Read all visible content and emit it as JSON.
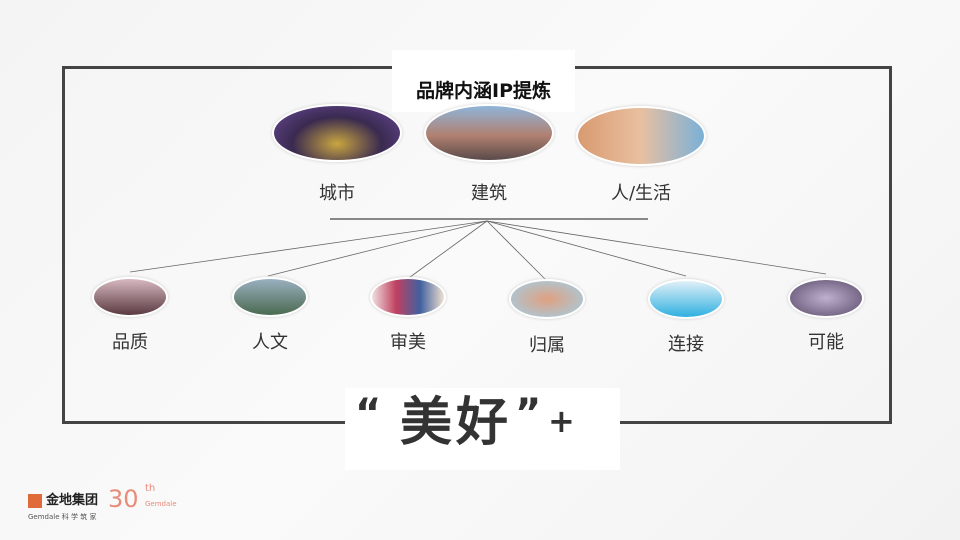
{
  "title": "品牌内涵IP提炼",
  "top_items": [
    {
      "label": "城市"
    },
    {
      "label": "建筑"
    },
    {
      "label": "人/生活"
    }
  ],
  "bottom_items": [
    {
      "label": "品质"
    },
    {
      "label": "人文"
    },
    {
      "label": "审美"
    },
    {
      "label": "归属"
    },
    {
      "label": "连接"
    },
    {
      "label": "可能"
    }
  ],
  "slogan": {
    "open_quote": "“",
    "char1": "美",
    "char2": "好",
    "close_quote": "”",
    "plus": "+"
  },
  "logo": {
    "name": "金地集团",
    "sub": "科 学 筑 家",
    "brand": "Gemdale",
    "anniv": "30",
    "anniv_suffix": "th"
  },
  "colors": {
    "frame": "#444444",
    "brand": "#e06a3a"
  }
}
